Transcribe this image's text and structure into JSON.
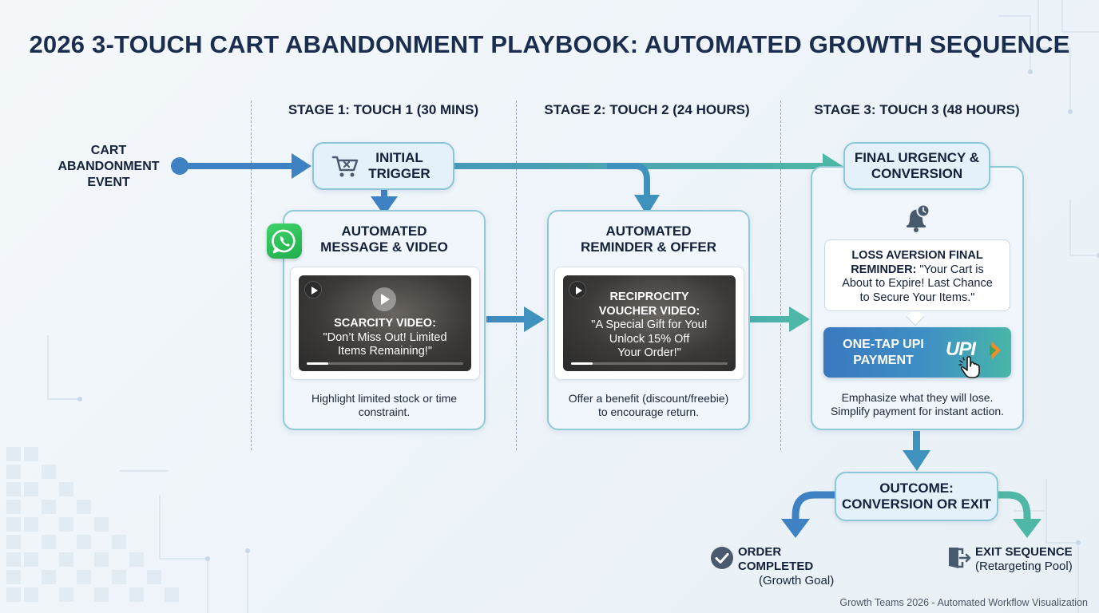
{
  "title": "2026 3-TOUCH CART ABANDONMENT PLAYBOOK: AUTOMATED GROWTH SEQUENCE",
  "stages": {
    "s1": "STAGE 1: TOUCH 1 (30 MINS)",
    "s2": "STAGE 2: TOUCH 2 (24 HOURS)",
    "s3": "STAGE 3: TOUCH 3 (48 HOURS)"
  },
  "start": {
    "l1": "CART",
    "l2": "ABANDONMENT",
    "l3": "EVENT"
  },
  "trigger": {
    "l1": "INITIAL",
    "l2": "TRIGGER"
  },
  "final": {
    "l1": "FINAL URGENCY &",
    "l2": "CONVERSION"
  },
  "touch1": {
    "head1": "AUTOMATED",
    "head2": "MESSAGE & VIDEO",
    "video_title": "SCARCITY VIDEO:",
    "video_l1": "\"Don’t Miss Out! Limited",
    "video_l2": "Items Remaining!\"",
    "desc1": "Highlight limited stock or time",
    "desc2": "constraint."
  },
  "touch2": {
    "head1": "AUTOMATED",
    "head2": "REMINDER & OFFER",
    "video_title1": "RECIPROCITY",
    "video_title2": "VOUCHER VIDEO:",
    "video_l1": "\"A Special Gift for You!",
    "video_l2": "Unlock 15% Off",
    "video_l3": "Your Order!\"",
    "desc1": "Offer a benefit (discount/freebie)",
    "desc2": "to encourage return."
  },
  "touch3": {
    "bubble_bold1": "LOSS AVERSION FINAL",
    "bubble_bold2": "REMINDER:",
    "bubble_rest1": " \"Your Cart is",
    "bubble_l3": "About to Expire! Last Chance",
    "bubble_l4": "to Secure Your Items.\"",
    "upi_l1": "ONE-TAP UPI",
    "upi_l2": "PAYMENT",
    "upi_logo": "UPI",
    "desc1": "Emphasize what they will lose.",
    "desc2": "Simplify payment for instant action."
  },
  "outcome": {
    "l1": "OUTCOME:",
    "l2": "CONVERSION OR EXIT",
    "completed_title": "ORDER COMPLETED",
    "completed_sub": "(Growth Goal)",
    "exit_title": "EXIT SEQUENCE",
    "exit_sub": "(Retargeting Pool)"
  },
  "footer": "Growth Teams 2026 - Automated Workflow Visualization",
  "colors": {
    "flow_blue": "#3f82c4",
    "flow_teal": "#4fb7a6",
    "title_navy": "#1b2e4f",
    "icon_slate": "#4a5a6e",
    "whatsapp_green": "#25b14f"
  }
}
